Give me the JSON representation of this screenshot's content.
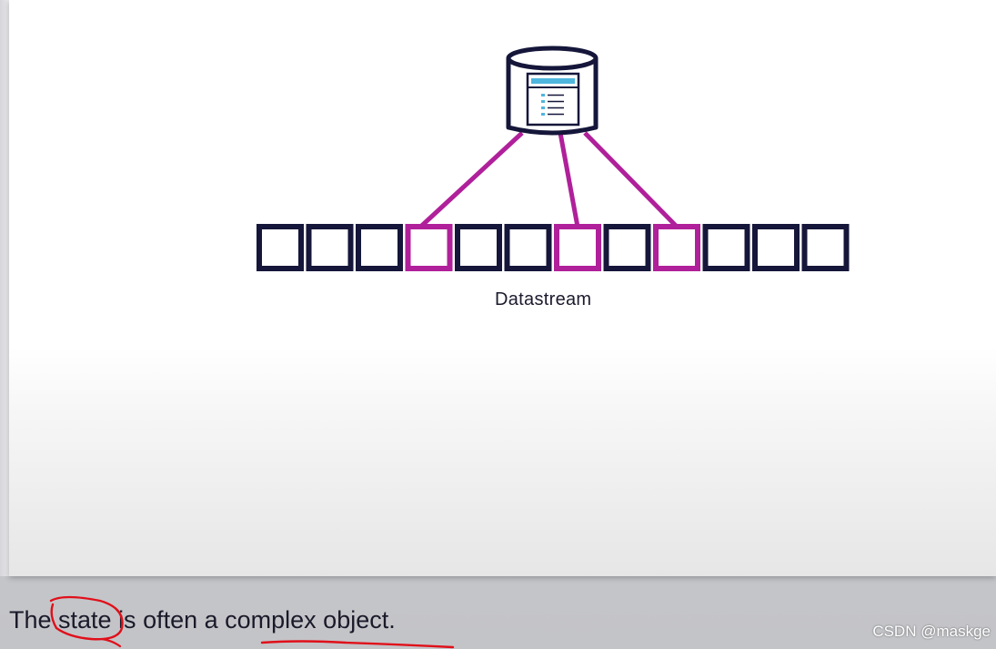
{
  "diagram": {
    "stream_label": "Datastream",
    "colors": {
      "dark": "#15163a",
      "highlight": "#b0209a",
      "db_accent": "#4fb6de"
    },
    "cell_count": 12,
    "highlighted_cells": [
      3,
      6,
      8
    ]
  },
  "caption": {
    "text": "The state is often a complex object."
  },
  "watermark": {
    "text": "CSDN @maskge"
  },
  "annotations": {
    "ink_color": "#e0101a"
  }
}
